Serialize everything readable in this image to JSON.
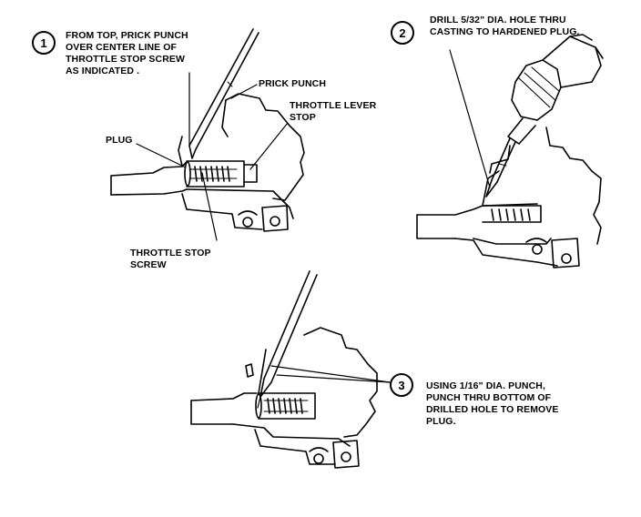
{
  "steps": [
    {
      "number": "1",
      "text": "FROM TOP, PRICK PUNCH\nOVER CENTER LINE OF\nTHROTTLE STOP SCREW\nAS INDICATED ."
    },
    {
      "number": "2",
      "text": "DRILL 5/32\" DIA. HOLE THRU\nCASTING TO HARDENED PLUG."
    },
    {
      "number": "3",
      "text": "USING 1/16\" DIA. PUNCH,\nPUNCH THRU BOTTOM OF\nDRILLED HOLE TO REMOVE\nPLUG."
    }
  ],
  "callouts": {
    "prick_punch": "PRICK PUNCH",
    "throttle_lever_stop": "THROTTLE LEVER\nSTOP",
    "plug": "PLUG",
    "throttle_stop_screw": "THROTTLE STOP\nSCREW"
  }
}
